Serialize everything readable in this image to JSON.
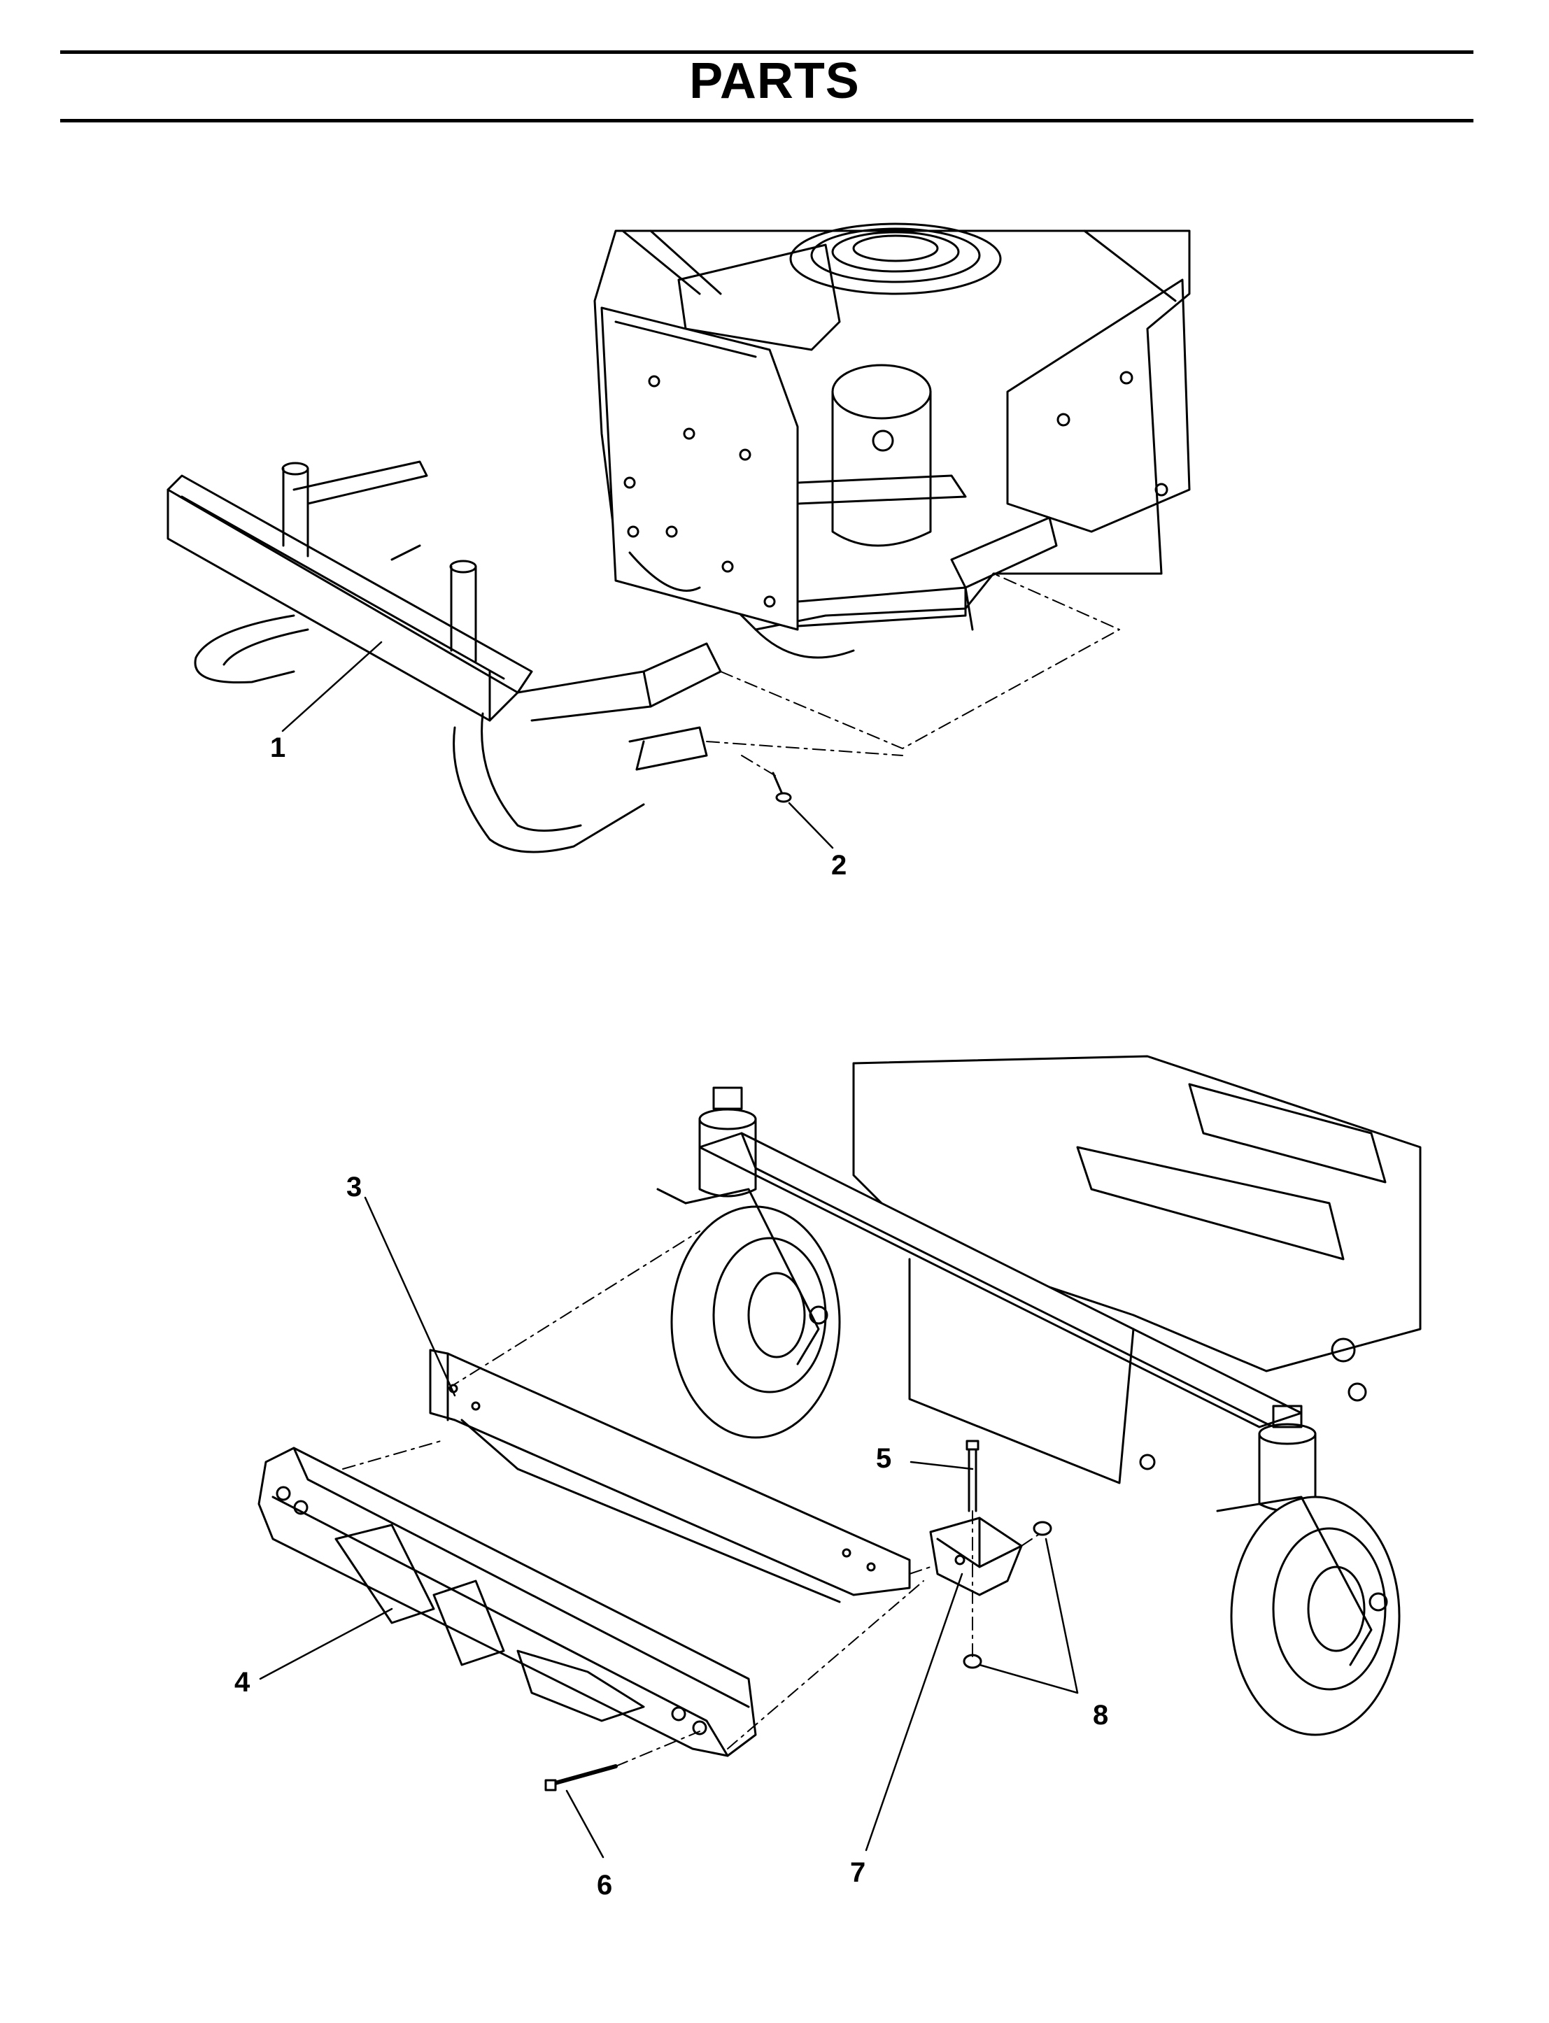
{
  "page": {
    "title": "PARTS"
  },
  "diagram_top": {
    "callouts": [
      {
        "id": "1",
        "label": "1"
      },
      {
        "id": "2",
        "label": "2"
      }
    ]
  },
  "diagram_bottom": {
    "callouts": [
      {
        "id": "3",
        "label": "3"
      },
      {
        "id": "4",
        "label": "4"
      },
      {
        "id": "5",
        "label": "5"
      },
      {
        "id": "6",
        "label": "6"
      },
      {
        "id": "7",
        "label": "7"
      },
      {
        "id": "8",
        "label": "8"
      }
    ]
  }
}
